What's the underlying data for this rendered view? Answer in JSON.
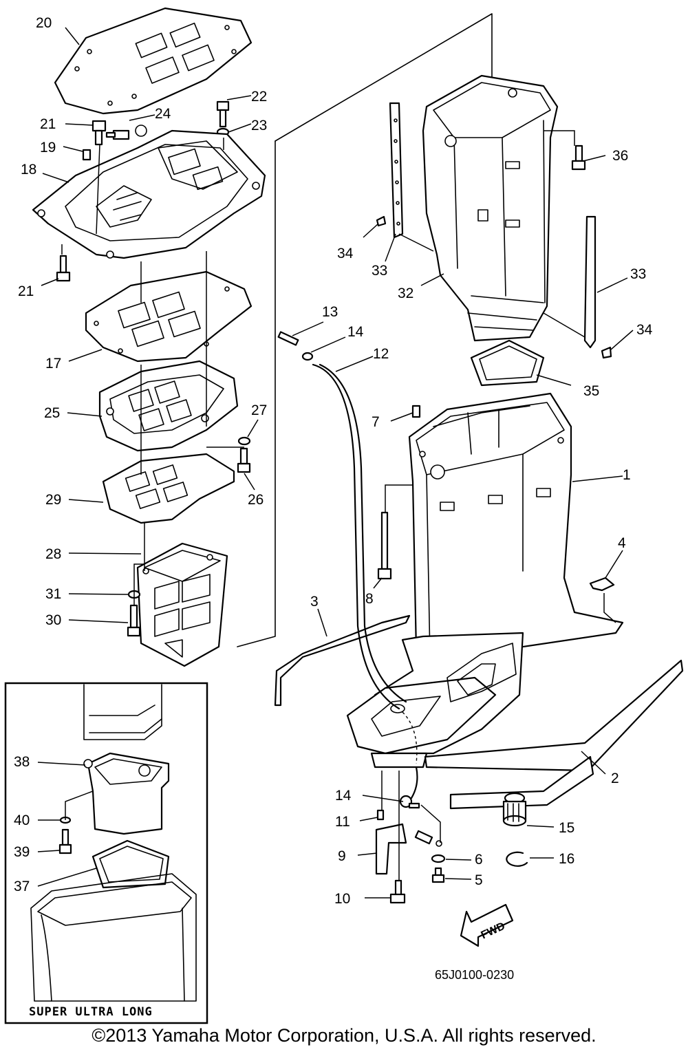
{
  "callouts": [
    "1",
    "2",
    "3",
    "4",
    "5",
    "6",
    "7",
    "8",
    "9",
    "10",
    "11",
    "12",
    "13",
    "14",
    "14",
    "15",
    "16",
    "17",
    "18",
    "19",
    "20",
    "21",
    "21",
    "22",
    "23",
    "24",
    "25",
    "26",
    "27",
    "28",
    "29",
    "30",
    "31",
    "32",
    "33",
    "33",
    "34",
    "34",
    "35",
    "36",
    "37",
    "38",
    "39",
    "40"
  ],
  "inset": {
    "title": "SUPER ULTRA LONG"
  },
  "fwd_arrow": {
    "label": "FWD"
  },
  "diagram_code": "65J0100-0230",
  "copyright": "©2013 Yamaha Motor Corporation, U.S.A. All rights reserved."
}
